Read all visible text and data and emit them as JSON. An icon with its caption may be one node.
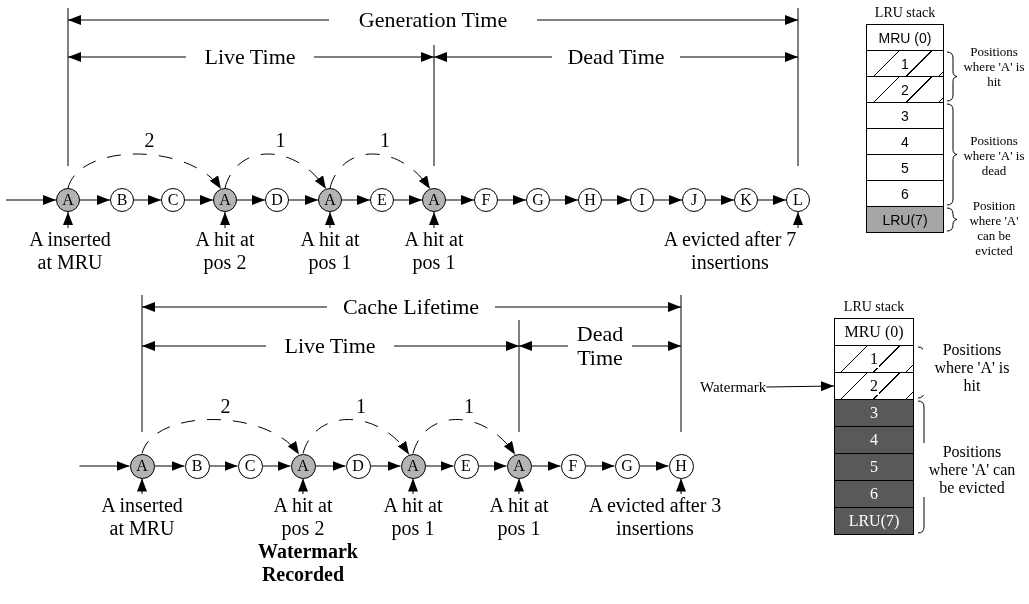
{
  "diagram": {
    "nodes": [
      {
        "text": [
          "A"
        ]
      },
      {
        "text": [
          "B"
        ]
      },
      {
        "text": [
          "C"
        ]
      },
      {
        "text": [
          "A"
        ]
      },
      {
        "text": [
          "D"
        ]
      },
      {
        "text": [
          "A"
        ]
      },
      {
        "text": [
          "E"
        ]
      },
      {
        "text": [
          "A"
        ]
      },
      {
        "text": [
          "F"
        ]
      },
      {
        "text": [
          "G"
        ]
      },
      {
        "text": [
          "H"
        ]
      },
      {
        "text": [
          "I"
        ]
      },
      {
        "text": [
          "J"
        ]
      },
      {
        "text": [
          "K"
        ]
      },
      {
        "text": [
          "L"
        ]
      },
      {
        "text": [
          "A inserted at MRU"
        ]
      },
      {
        "text": [
          "A hit at pos 2"
        ]
      },
      {
        "text": [
          "A hit at pos 1"
        ]
      },
      {
        "text": [
          "A hit at pos 1"
        ]
      },
      {
        "text": [
          "A evicted after 7  insertions"
        ]
      },
      {
        "text": [
          "LRU stack"
        ]
      },
      {
        "text": [
          "MRU (0)"
        ],
        "in": 20
      },
      {
        "text": [
          "1"
        ],
        "in": 20
      },
      {
        "text": [
          "2"
        ],
        "in": 20
      },
      {
        "text": [
          "3"
        ],
        "in": 20
      },
      {
        "text": [
          "4"
        ],
        "in": 20
      },
      {
        "text": [
          "5"
        ],
        "in": 20
      },
      {
        "text": [
          "6"
        ],
        "in": 20
      },
      {
        "text": [
          "LRU(7)"
        ],
        "in": 20
      },
      {
        "text": [
          "A"
        ]
      },
      {
        "text": [
          "B"
        ]
      },
      {
        "text": [
          "C"
        ]
      },
      {
        "text": [
          "A"
        ]
      },
      {
        "text": [
          "D"
        ]
      },
      {
        "text": [
          "A"
        ]
      },
      {
        "text": [
          "E"
        ]
      },
      {
        "text": [
          "A"
        ]
      },
      {
        "text": [
          "F"
        ]
      },
      {
        "text": [
          "G"
        ]
      },
      {
        "text": [
          "H"
        ]
      },
      {
        "text": [
          "A inserted at MRU"
        ]
      },
      {
        "text": [
          "A hit at pos 2"
        ],
        "beside": [
          "Watermark Recorded"
        ]
      },
      {
        "text": [
          "A hit at pos 1"
        ]
      },
      {
        "text": [
          "A hit at pos 1"
        ]
      },
      {
        "text": [
          "A evicted after 3 insertions"
        ]
      },
      {
        "text": [
          "LRU stack"
        ]
      },
      {
        "text": [
          "MRU (0)"
        ],
        "in": 45
      },
      {
        "text": [
          "1"
        ],
        "in": 45
      },
      {
        "text": [
          "2"
        ],
        "in": 45
      },
      {
        "text": [
          "3"
        ],
        "in": 45
      },
      {
        "text": [
          "4"
        ],
        "in": 45
      },
      {
        "text": [
          "5"
        ],
        "in": 45
      },
      {
        "text": [
          "6"
        ],
        "in": 45
      },
      {
        "text": [
          "LRU(7)"
        ],
        "in": 45
      },
      {
        "text": [
          "Watermark"
        ]
      }
    ],
    "edges": [
      {
        "from": null,
        "to": 0,
        "arrow": "to"
      },
      {
        "from": 0,
        "to": 1,
        "arrow": "to"
      },
      {
        "from": 1,
        "to": 2,
        "arrow": "to"
      },
      {
        "from": 2,
        "to": 3,
        "arrow": "to"
      },
      {
        "from": 3,
        "to": 4,
        "arrow": "to"
      },
      {
        "from": 4,
        "to": 5,
        "arrow": "to"
      },
      {
        "from": 5,
        "to": 6,
        "arrow": "to"
      },
      {
        "from": 6,
        "to": 7,
        "arrow": "to"
      },
      {
        "from": 7,
        "to": 8,
        "arrow": "to"
      },
      {
        "from": 8,
        "to": 9,
        "arrow": "to"
      },
      {
        "from": 9,
        "to": 10,
        "arrow": "to"
      },
      {
        "from": 10,
        "to": 11,
        "arrow": "to"
      },
      {
        "from": 11,
        "to": 12,
        "arrow": "to"
      },
      {
        "from": 12,
        "to": 13,
        "arrow": "to"
      },
      {
        "from": 13,
        "to": 14,
        "arrow": "to"
      },
      {
        "from": 0,
        "to": 3,
        "arrow": "to",
        "label": "2",
        "style": "dashed"
      },
      {
        "from": 3,
        "to": 5,
        "arrow": "to",
        "label": "1",
        "style": "dashed"
      },
      {
        "from": 5,
        "to": 7,
        "arrow": "to",
        "label": "1",
        "style": "dashed"
      },
      {
        "from": 15,
        "to": 0,
        "arrow": "to"
      },
      {
        "from": 16,
        "to": 3,
        "arrow": "to"
      },
      {
        "from": 17,
        "to": 5,
        "arrow": "to"
      },
      {
        "from": 18,
        "to": 7,
        "arrow": "to"
      },
      {
        "from": 19,
        "to": 14,
        "arrow": "to"
      },
      {
        "from": null,
        "to": 29,
        "arrow": "to"
      },
      {
        "from": 29,
        "to": 30,
        "arrow": "to"
      },
      {
        "from": 30,
        "to": 31,
        "arrow": "to"
      },
      {
        "from": 31,
        "to": 32,
        "arrow": "to"
      },
      {
        "from": 32,
        "to": 33,
        "arrow": "to"
      },
      {
        "from": 33,
        "to": 34,
        "arrow": "to"
      },
      {
        "from": 34,
        "to": 35,
        "arrow": "to"
      },
      {
        "from": 35,
        "to": 36,
        "arrow": "to"
      },
      {
        "from": 36,
        "to": 37,
        "arrow": "to"
      },
      {
        "from": 37,
        "to": 38,
        "arrow": "to"
      },
      {
        "from": 38,
        "to": 39,
        "arrow": "to"
      },
      {
        "from": 29,
        "to": 32,
        "arrow": "to",
        "label": "2",
        "style": "dashed"
      },
      {
        "from": 32,
        "to": 34,
        "arrow": "to",
        "label": "1",
        "style": "dashed"
      },
      {
        "from": 34,
        "to": 36,
        "arrow": "to",
        "label": "1",
        "style": "dashed"
      },
      {
        "from": 40,
        "to": 29,
        "arrow": "to"
      },
      {
        "from": 41,
        "to": 32,
        "arrow": "to"
      },
      {
        "from": 42,
        "to": 34,
        "arrow": "to"
      },
      {
        "from": 43,
        "to": 36,
        "arrow": "to"
      },
      {
        "from": 44,
        "to": 39,
        "arrow": "to"
      },
      {
        "from": 54,
        "to": 48,
        "arrow": "to"
      }
    ],
    "labels": [
      "Generation Time",
      "Live Time",
      "Dead Time",
      "Positions where 'A' is hit",
      "Positions where 'A' is dead",
      "Position where 'A' can be evicted",
      "Cache Lifetime",
      "Live Time",
      "Dead Time",
      "Positions where 'A' is hit",
      "Positions where 'A' can be evicted"
    ]
  }
}
